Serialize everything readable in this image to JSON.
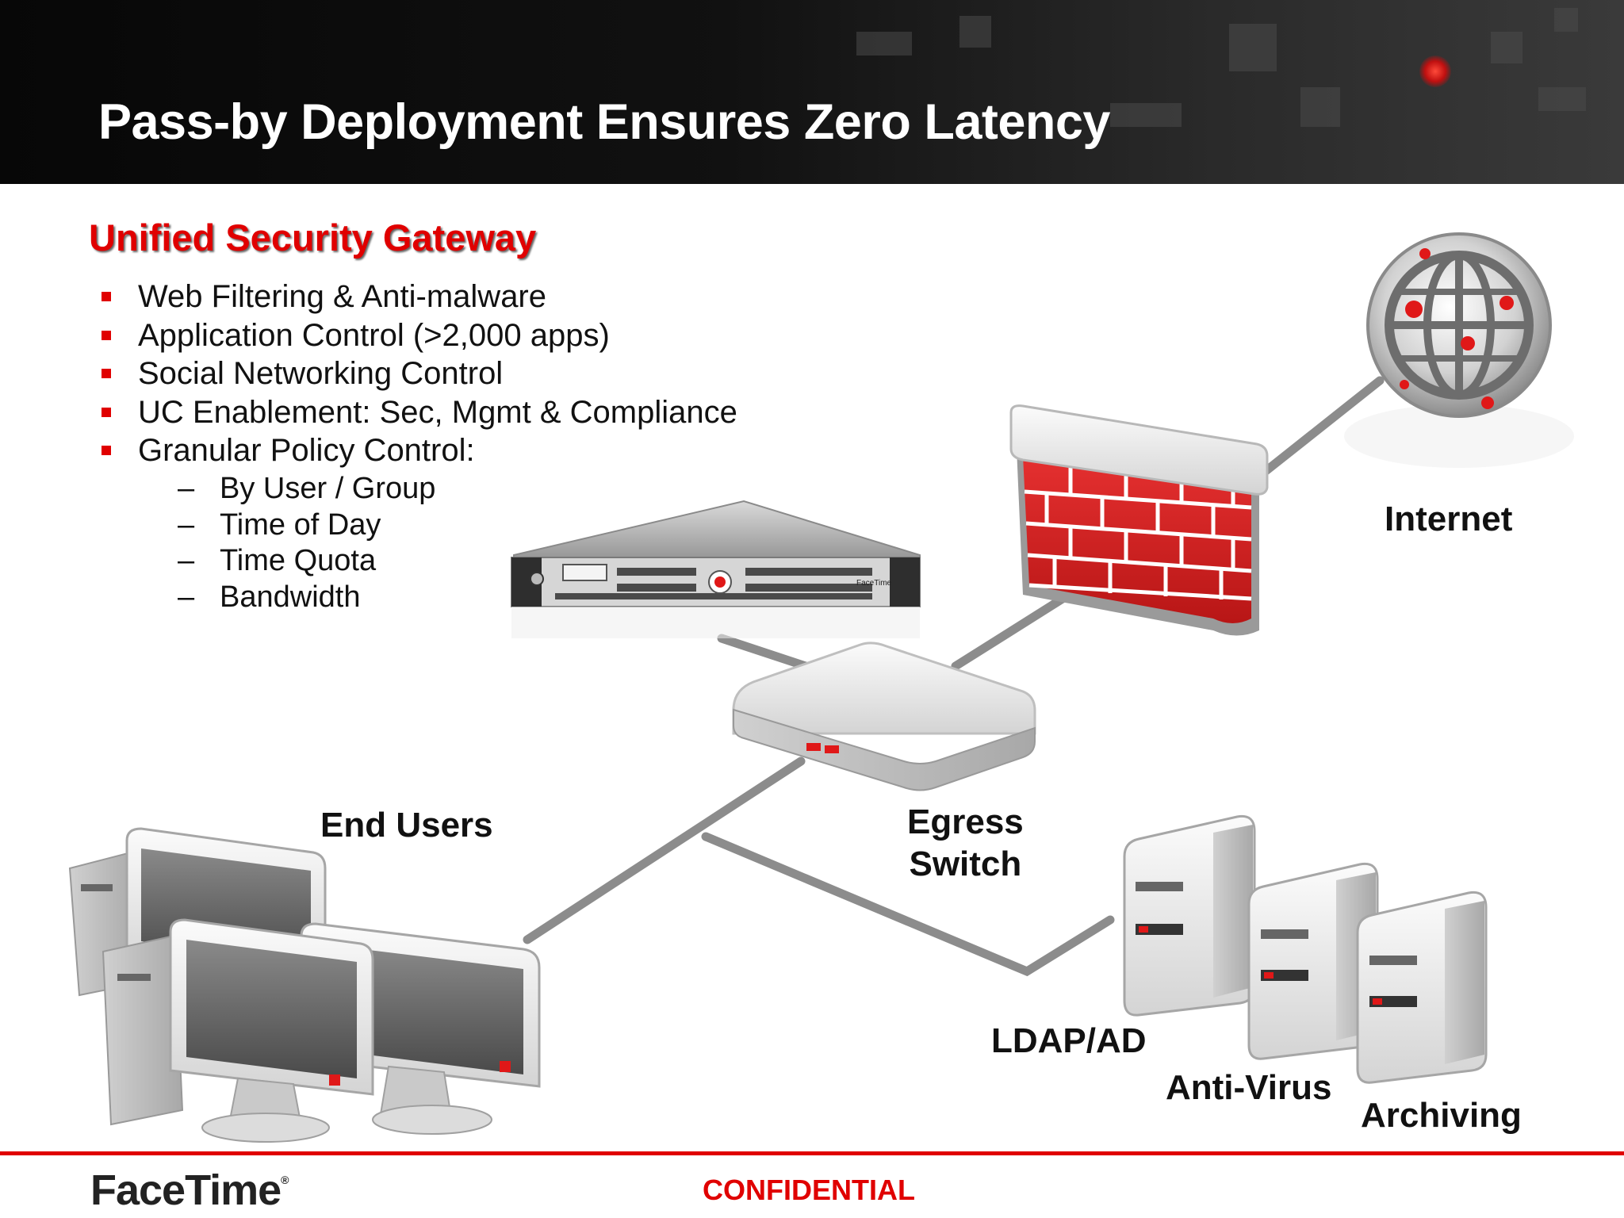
{
  "slide": {
    "title": "Pass-by Deployment Ensures Zero Latency",
    "subtitle": "Unified Security Gateway",
    "bullets": [
      "Web Filtering & Anti-malware",
      "Application Control (>2,000 apps)",
      "Social Networking Control",
      "UC Enablement: Sec, Mgmt & Compliance",
      "Granular Policy Control:"
    ],
    "sub_bullets": [
      "By User / Group",
      "Time of Day",
      "Time Quota",
      "Bandwidth"
    ],
    "dash": "–"
  },
  "diagram": {
    "internet": "Internet",
    "end_users": "End Users",
    "egress_line1": "Egress",
    "egress_line2": "Switch",
    "ldap": "LDAP/AD",
    "antivirus": "Anti-Virus",
    "archiving": "Archiving",
    "appliance_brand": "FaceTime"
  },
  "footer": {
    "logo": "FaceTime",
    "logo_mark": "®",
    "confidential": "CONFIDENTIAL"
  },
  "colors": {
    "accent_red": "#e00000",
    "header_bg": "#0b0b0b",
    "brick_red": "#d42020"
  }
}
